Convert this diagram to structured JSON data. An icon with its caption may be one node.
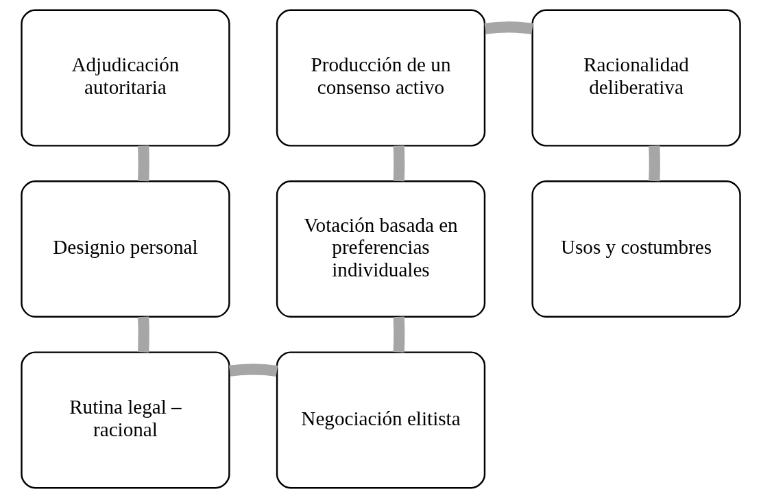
{
  "diagram": {
    "nodes": [
      {
        "text": [
          "Adjudicación autoritaria"
        ]
      },
      {
        "text": [
          "Producción de un consenso activo"
        ]
      },
      {
        "text": [
          "Racionalidad deliberativa"
        ]
      },
      {
        "text": [
          "Designio personal"
        ]
      },
      {
        "text": [
          "Votación basada en preferencias individuales"
        ]
      },
      {
        "text": [
          "Usos y costumbres"
        ]
      },
      {
        "text": [
          "Rutina legal – racional"
        ]
      },
      {
        "text": [
          "Negociación elitista"
        ]
      }
    ],
    "edges": [
      {
        "from": 0,
        "to": 3,
        "arrow": "none"
      },
      {
        "from": 3,
        "to": 6,
        "arrow": "none"
      },
      {
        "from": 6,
        "to": 7,
        "arrow": "none"
      },
      {
        "from": 7,
        "to": 4,
        "arrow": "none"
      },
      {
        "from": 4,
        "to": 1,
        "arrow": "none"
      },
      {
        "from": 1,
        "to": 2,
        "arrow": "none"
      },
      {
        "from": 2,
        "to": 5,
        "arrow": "none"
      }
    ]
  }
}
